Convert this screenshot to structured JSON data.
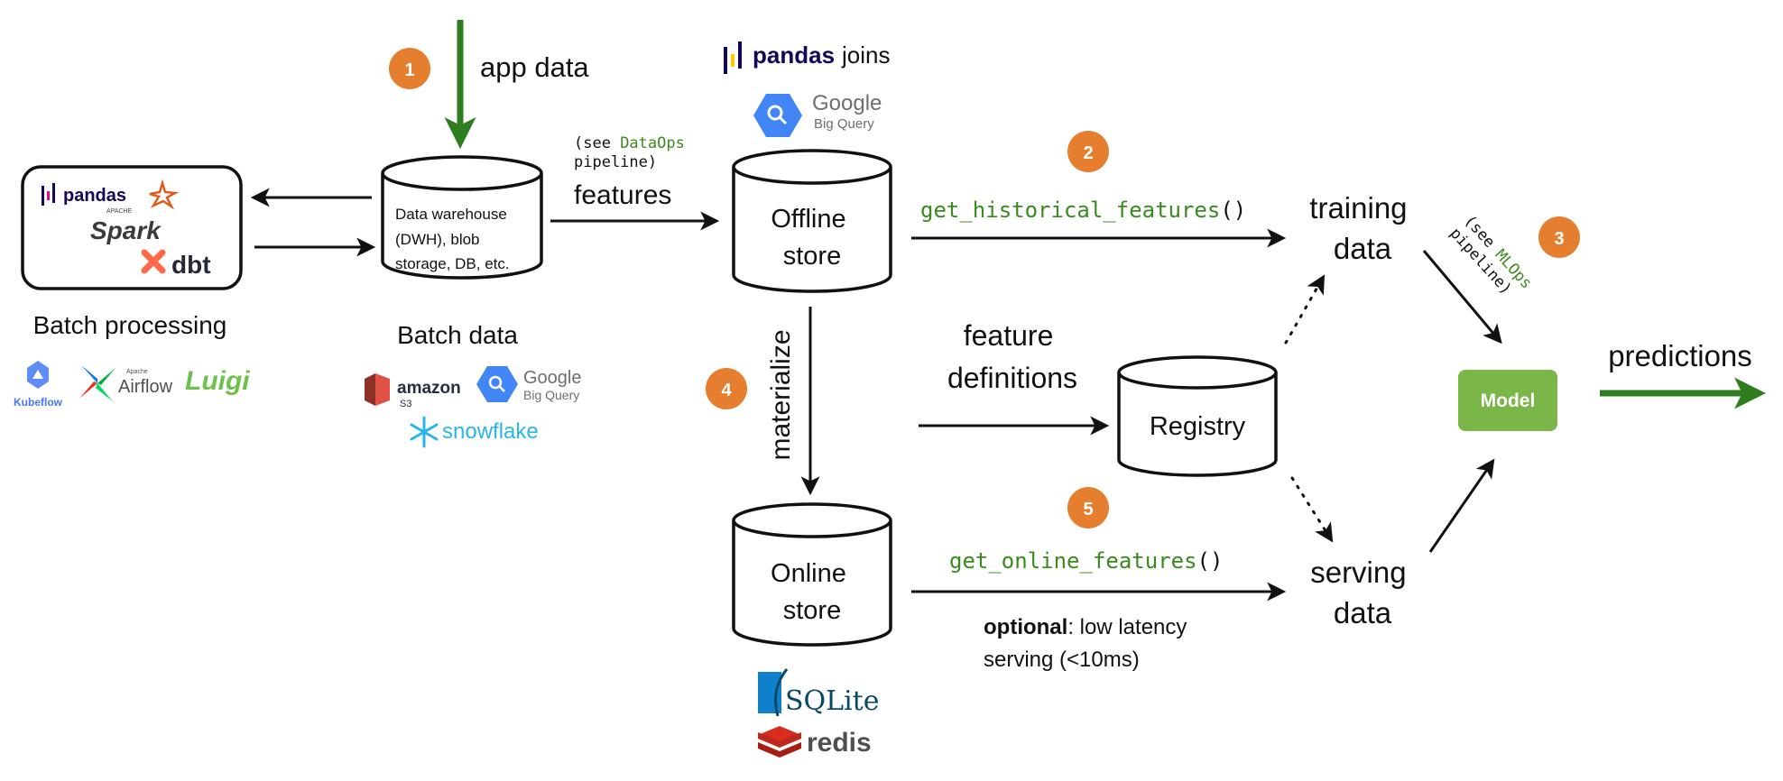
{
  "colors": {
    "badge": "#e67e30",
    "green_arrow": "#2f7d1f",
    "code_green": "#3a8a1f",
    "model": "#7ab648",
    "pandas_navy": "#150458",
    "bigquery_blue": "#4285f4",
    "dbt_orange": "#ff694a",
    "spark_orange": "#e25a1c",
    "amazon_red": "#d13212",
    "snowflake_blue": "#29b5e8",
    "kubeflow_blue": "#4279f4",
    "airflow_teal": "#017cee",
    "luigi_green": "#6cc24a",
    "sqlite_blue": "#0f80cc",
    "redis_red": "#d82c20"
  },
  "badges": [
    "1",
    "2",
    "3",
    "4",
    "5"
  ],
  "labels": {
    "app_data": "app data",
    "batch_processing": "Batch processing",
    "batch_data": "Batch data",
    "features": "features",
    "see_prefix": "(see ",
    "dataops": "DataOps",
    "pipeline_close": "pipeline)",
    "joins": "joins",
    "materialize": "materialize",
    "feature": "feature",
    "definitions": "definitions",
    "training": "training",
    "data": "data",
    "serving": "serving",
    "predictions": "predictions",
    "optional_bold": "optional",
    "optional_rest": ": low latency",
    "serving_latency": "serving (<10ms)",
    "mlops_line1_prefix": "(see ",
    "mlops": "MLOps",
    "mlops_line2": "pipeline)",
    "hist_fn": "get_historical_features",
    "online_fn": "get_online_features",
    "parens": "()"
  },
  "nodes": {
    "dwh": [
      "Data warehouse",
      "(DWH), blob",
      "storage, DB, etc."
    ],
    "offline": [
      "Offline",
      "store"
    ],
    "online": [
      "Online",
      "store"
    ],
    "registry": "Registry",
    "model": "Model"
  },
  "logos": {
    "pandas": "pandas",
    "apache": "APACHE",
    "spark": "Spark",
    "dbt": "dbt",
    "kubeflow": "Kubeflow",
    "airflow_apache": "Apache",
    "airflow": "Airflow",
    "luigi": "Luigi",
    "amazon": "amazon",
    "s3": "S3",
    "google": "Google",
    "bigquery": "Big Query",
    "snowflake": "snowflake",
    "sqlite": "SQLite",
    "redis": "redis"
  },
  "icons": [
    "pandas-icon",
    "spark-icon",
    "dbt-icon",
    "kubeflow-icon",
    "airflow-icon",
    "luigi-icon",
    "amazon-s3-icon",
    "bigquery-icon",
    "snowflake-icon",
    "sqlite-icon",
    "redis-icon"
  ]
}
